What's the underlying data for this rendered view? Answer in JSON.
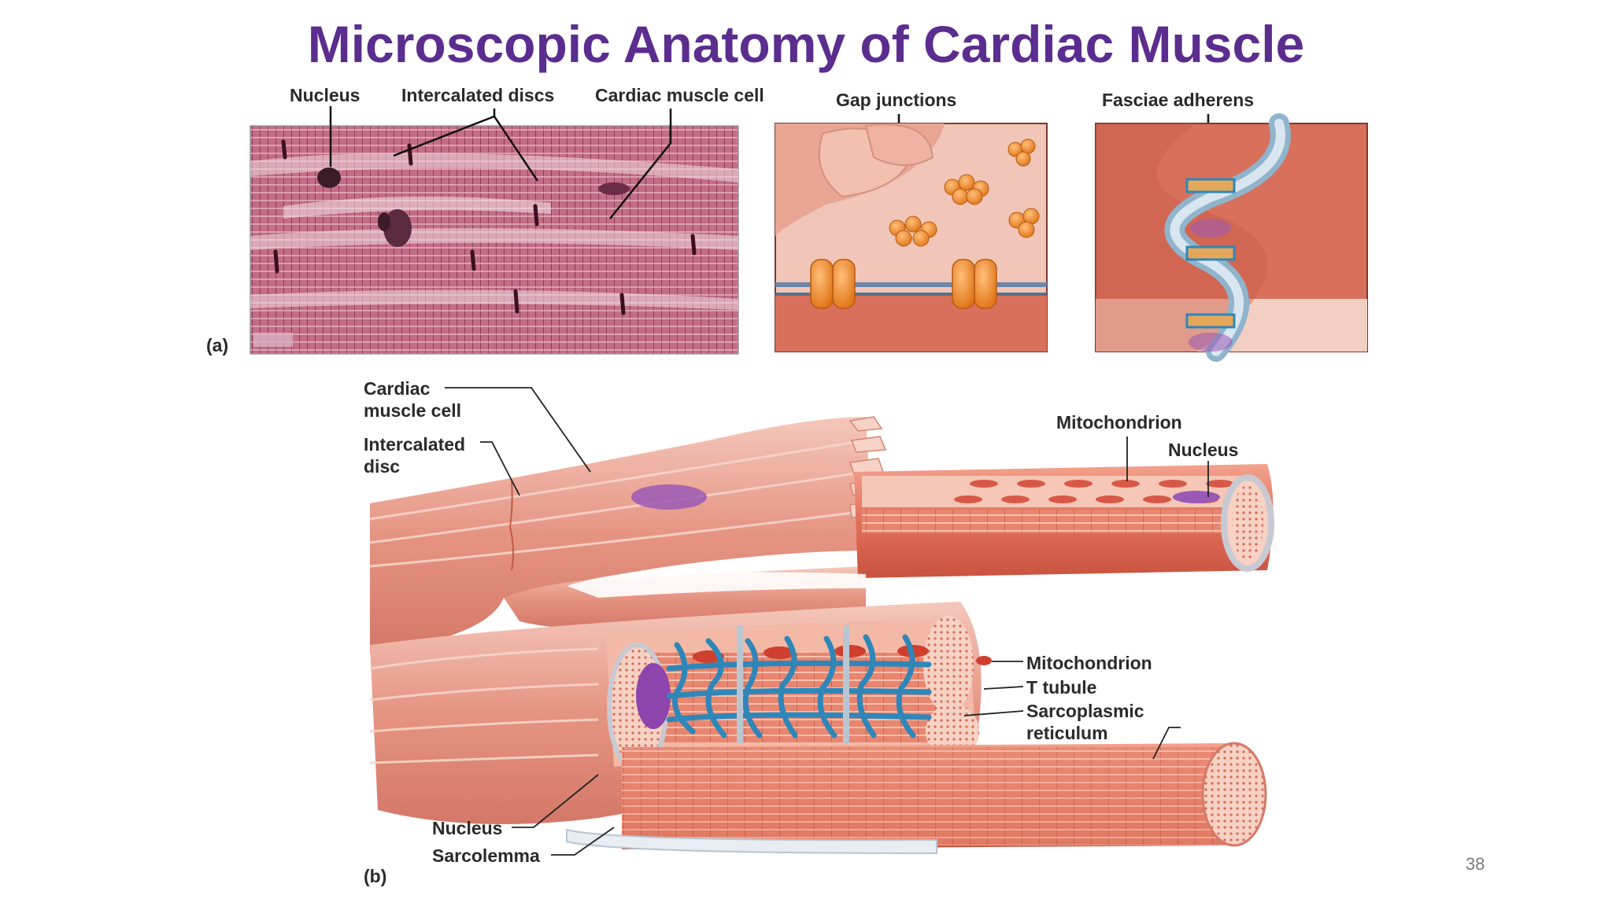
{
  "slide": {
    "title": "Microscopic Anatomy of Cardiac Muscle",
    "page_number": "38"
  },
  "panel_a": {
    "letter": "(a)",
    "labels": {
      "nucleus": "Nucleus",
      "intercalated_discs": "Intercalated discs",
      "cardiac_muscle_cell": "Cardiac muscle cell",
      "gap_junctions": "Gap junctions",
      "fasciae_adherens": "Fasciae adherens"
    }
  },
  "panel_b": {
    "letter": "(b)",
    "labels": {
      "cardiac_muscle_cell": "Cardiac muscle cell",
      "intercalated_disc": "Intercalated disc",
      "mitochondrion_top": "Mitochondrion",
      "nucleus_top": "Nucleus",
      "mitochondrion": "Mitochondrion",
      "t_tubule": "T tubule",
      "sarcoplasmic_reticulum": "Sarcoplasmic reticulum",
      "nucleus_bottom": "Nucleus",
      "sarcolemma": "Sarcolemma"
    }
  },
  "colors": {
    "title": "#5b2d8e",
    "muscle": "#e07f70",
    "muscle_light": "#f2b8a8",
    "micrograph": "#b8607a",
    "junction_protein": "#f08a2a",
    "reticulum": "#2f86b8",
    "nucleus": "#9b59b6"
  }
}
